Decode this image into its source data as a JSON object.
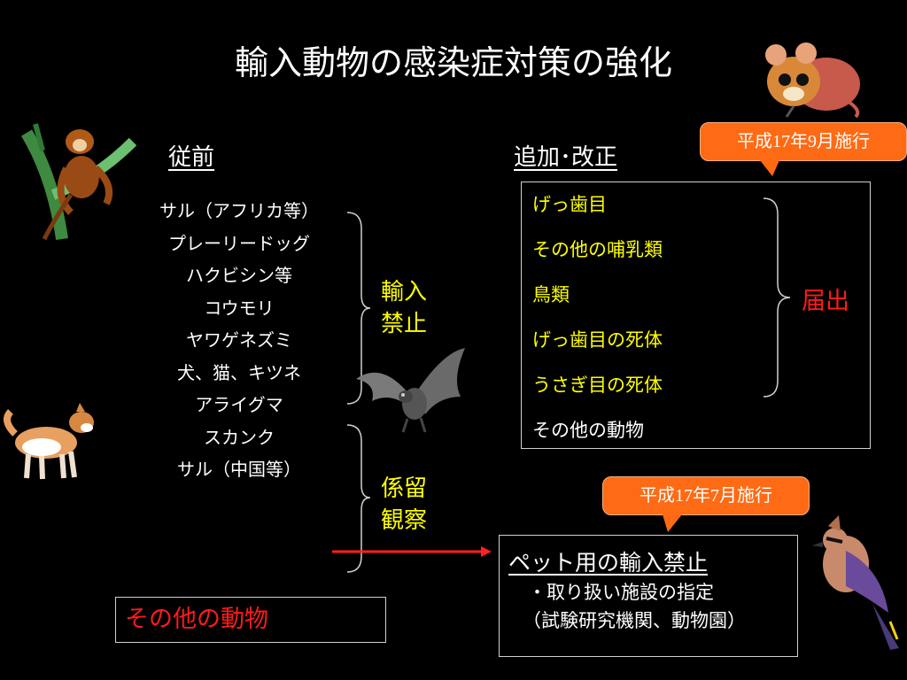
{
  "slide": {
    "title": "輸入動物の感染症対策の強化"
  },
  "left": {
    "header": "従前",
    "animals": [
      "サル（アフリカ等）",
      "プレーリードッグ",
      "ハクビシン等",
      "コウモリ",
      "ヤワゲネズミ",
      "犬、猫、キツネ",
      "アライグマ",
      "スカンク",
      "サル（中国等）"
    ],
    "ban_label_line1": "輸入",
    "ban_label_line2": "禁止",
    "quarantine_label_line1": "係留",
    "quarantine_label_line2": "観察",
    "other_animals": "その他の動物"
  },
  "right": {
    "header": "追加･改正",
    "callout_top": "平成17年9月施行",
    "items": [
      "げっ歯目",
      "その他の哺乳類",
      "鳥類",
      "げっ歯目の死体",
      "うさぎ目の死体",
      "その他の動物"
    ],
    "notify_label": "届出",
    "callout_bottom": "平成17年7月施行",
    "pet_ban_title": "ペット用の輸入禁止",
    "pet_ban_line2": "・取り扱い施設の指定",
    "pet_ban_line3": "（試験研究機関、動物園）"
  },
  "colors": {
    "background": "#000000",
    "yellow": "#ffff00",
    "red": "#ff1a1a",
    "callout": "#ff6a14"
  },
  "icons": [
    "monkey-icon",
    "mouse-icon",
    "dog-icon",
    "bat-icon",
    "bird-icon"
  ]
}
